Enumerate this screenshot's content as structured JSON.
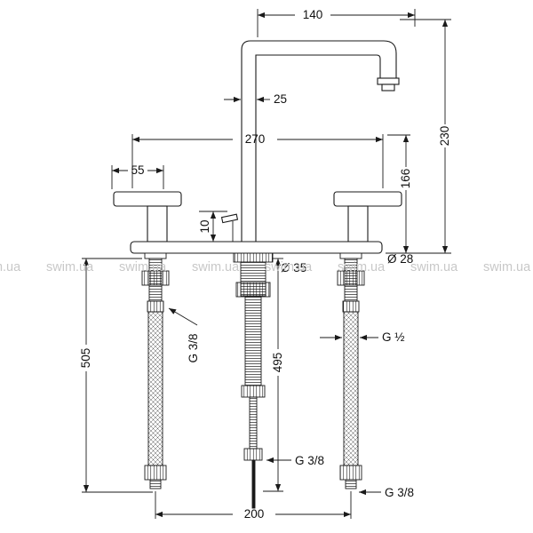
{
  "diagram": {
    "labels": {
      "spout_reach": "140",
      "spout_tube_width": "25",
      "total_height": "230",
      "spout_height": "166",
      "plate_width": "270",
      "handle_length": "55",
      "handle_clearance": "10",
      "escutcheon_diameter": "Ø 28",
      "center_hole_diameter": "Ø 35",
      "supply_length": "505",
      "drain_length": "495",
      "supply_thread": "G 3/8",
      "hose_thread": "G ½",
      "drain_thread": "G 3/8",
      "hose_end_thread": "G 3/8",
      "hole_spacing": "200"
    }
  },
  "watermark": {
    "text": "swim.ua"
  }
}
